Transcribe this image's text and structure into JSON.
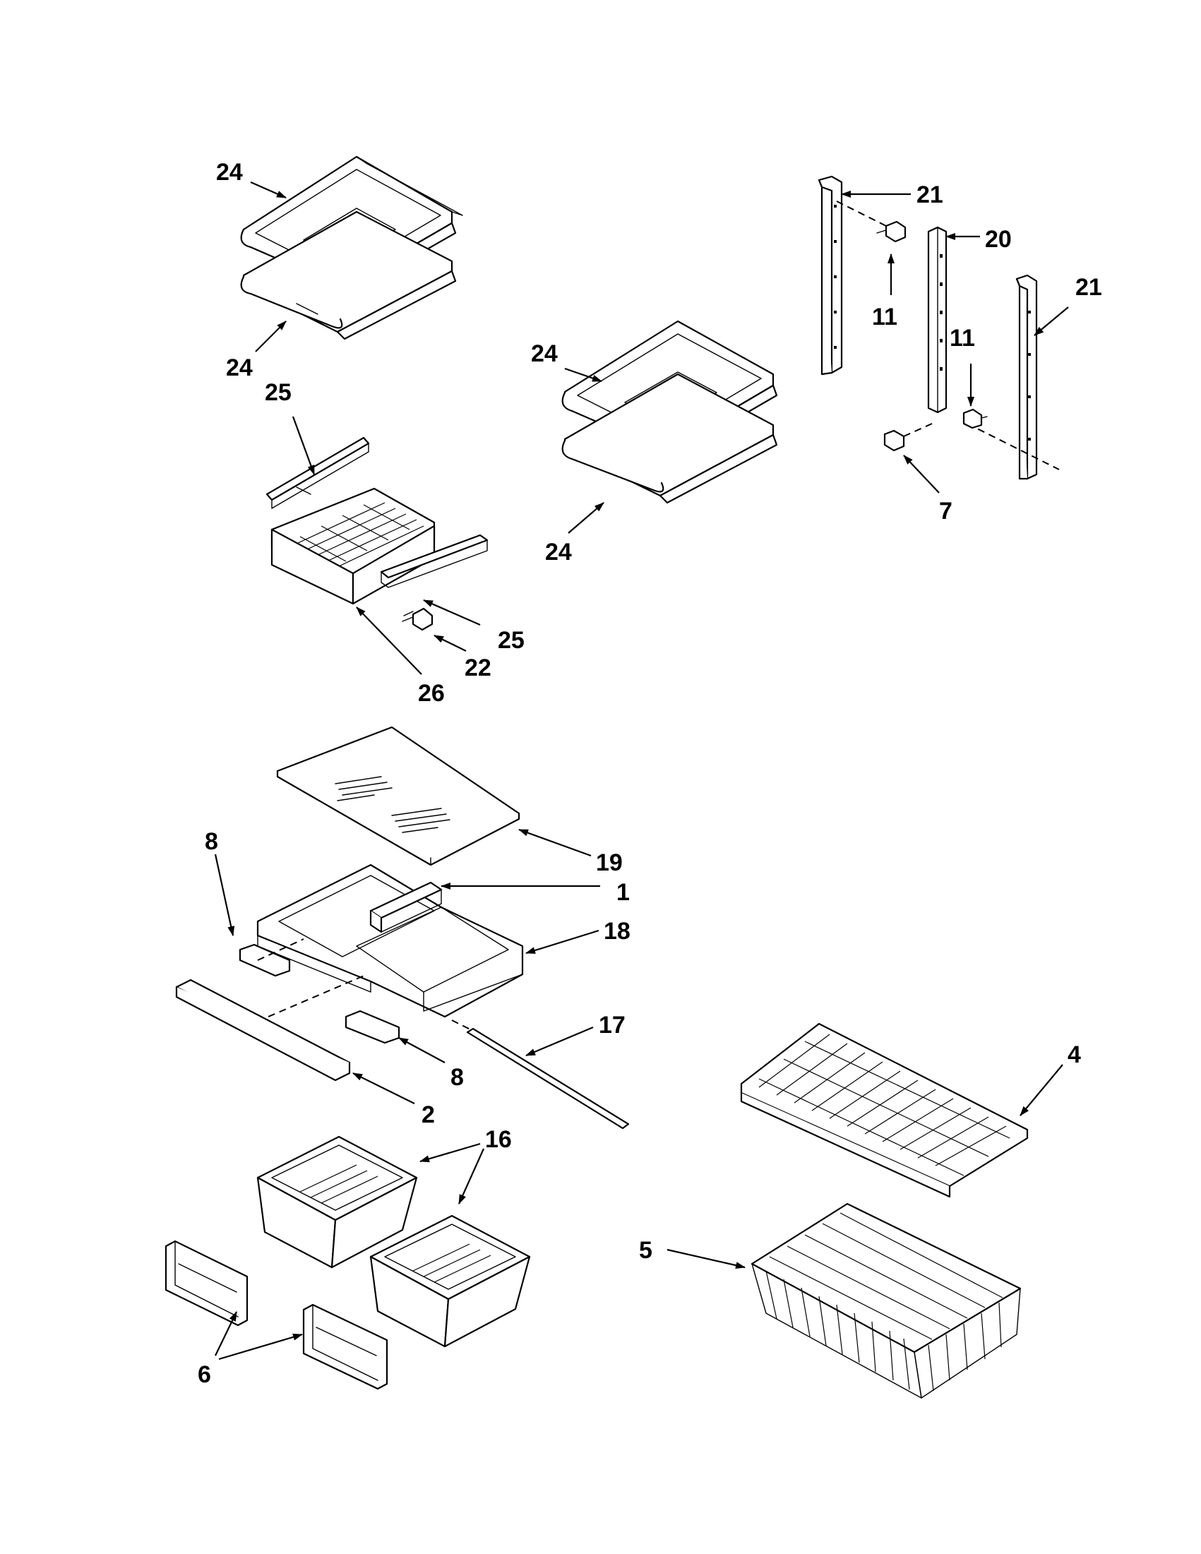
{
  "callouts": [
    {
      "id": "label-24-a",
      "text": "24"
    },
    {
      "id": "label-24-b",
      "text": "24"
    },
    {
      "id": "label-24-c",
      "text": "24"
    },
    {
      "id": "label-24-d",
      "text": "24"
    },
    {
      "id": "label-25-a",
      "text": "25"
    },
    {
      "id": "label-25-b",
      "text": "25"
    },
    {
      "id": "label-22",
      "text": "22"
    },
    {
      "id": "label-26",
      "text": "26"
    },
    {
      "id": "label-21-a",
      "text": "21"
    },
    {
      "id": "label-21-b",
      "text": "21"
    },
    {
      "id": "label-20",
      "text": "20"
    },
    {
      "id": "label-11-a",
      "text": "11"
    },
    {
      "id": "label-11-b",
      "text": "11"
    },
    {
      "id": "label-7",
      "text": "7"
    },
    {
      "id": "label-19",
      "text": "19"
    },
    {
      "id": "label-1",
      "text": "1"
    },
    {
      "id": "label-18",
      "text": "18"
    },
    {
      "id": "label-8-a",
      "text": "8"
    },
    {
      "id": "label-8-b",
      "text": "8"
    },
    {
      "id": "label-17",
      "text": "17"
    },
    {
      "id": "label-2",
      "text": "2"
    },
    {
      "id": "label-4",
      "text": "4"
    },
    {
      "id": "label-16",
      "text": "16"
    },
    {
      "id": "label-5",
      "text": "5"
    },
    {
      "id": "label-6",
      "text": "6"
    }
  ]
}
